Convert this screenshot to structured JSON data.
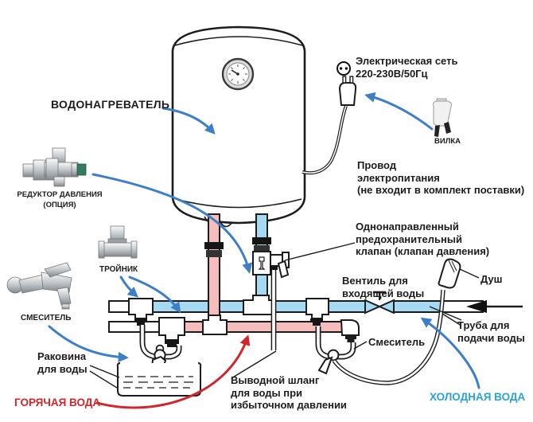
{
  "diagram": {
    "title_context": "water heater installation scheme",
    "labels": {
      "heater": "ВОДОНАГРЕВАТЕЛЬ",
      "power": {
        "network_l1": "Электрическая сеть",
        "network_l2": "220-230В/50Гц",
        "plug": "ВИЛКА",
        "cord_l1": "Провод",
        "cord_l2": "электропитания",
        "cord_l3": "(не входит в комплект поставки)"
      },
      "reducer_l1": "РЕДУКТОР ДАВЛЕНИЯ",
      "reducer_l2": "(ОПЦИЯ)",
      "tee_photo": "ТРОЙНИК",
      "mixer_photo": "СМЕСИТЕЛЬ",
      "safety_valve_l1": "Однонаправленный",
      "safety_valve_l2": "предохранительный",
      "safety_valve_l3": "клапан (клапан давления)",
      "inlet_valve_l1": "Вентиль для",
      "inlet_valve_l2": "входящей воды",
      "shower": "Душ",
      "supply_pipe_l1": "Труба для",
      "supply_pipe_l2": "подачи воды",
      "mixer_right": "Смеситель",
      "sink_l1": "Раковина",
      "sink_l2": "для воды",
      "hot_water": "ГОРЯЧАЯ ВОДА",
      "drain_hose_l1": "Выводной шланг",
      "drain_hose_l2": "для воды при",
      "drain_hose_l3": "избыточном давлении",
      "cold_water": "ХОЛОДНАЯ ВОДА"
    },
    "colors": {
      "hot_pipe": "#f6bdbd",
      "cold_pipe": "#a6d9f2",
      "outline": "#1c1c1c",
      "arrow_blue": "#3d7ec6",
      "arrow_red": "#d1262c",
      "hot_text": "#d1262c",
      "cold_text": "#29a3d8",
      "flow_arrow": "#111111",
      "green_cap": "#35795e"
    }
  }
}
